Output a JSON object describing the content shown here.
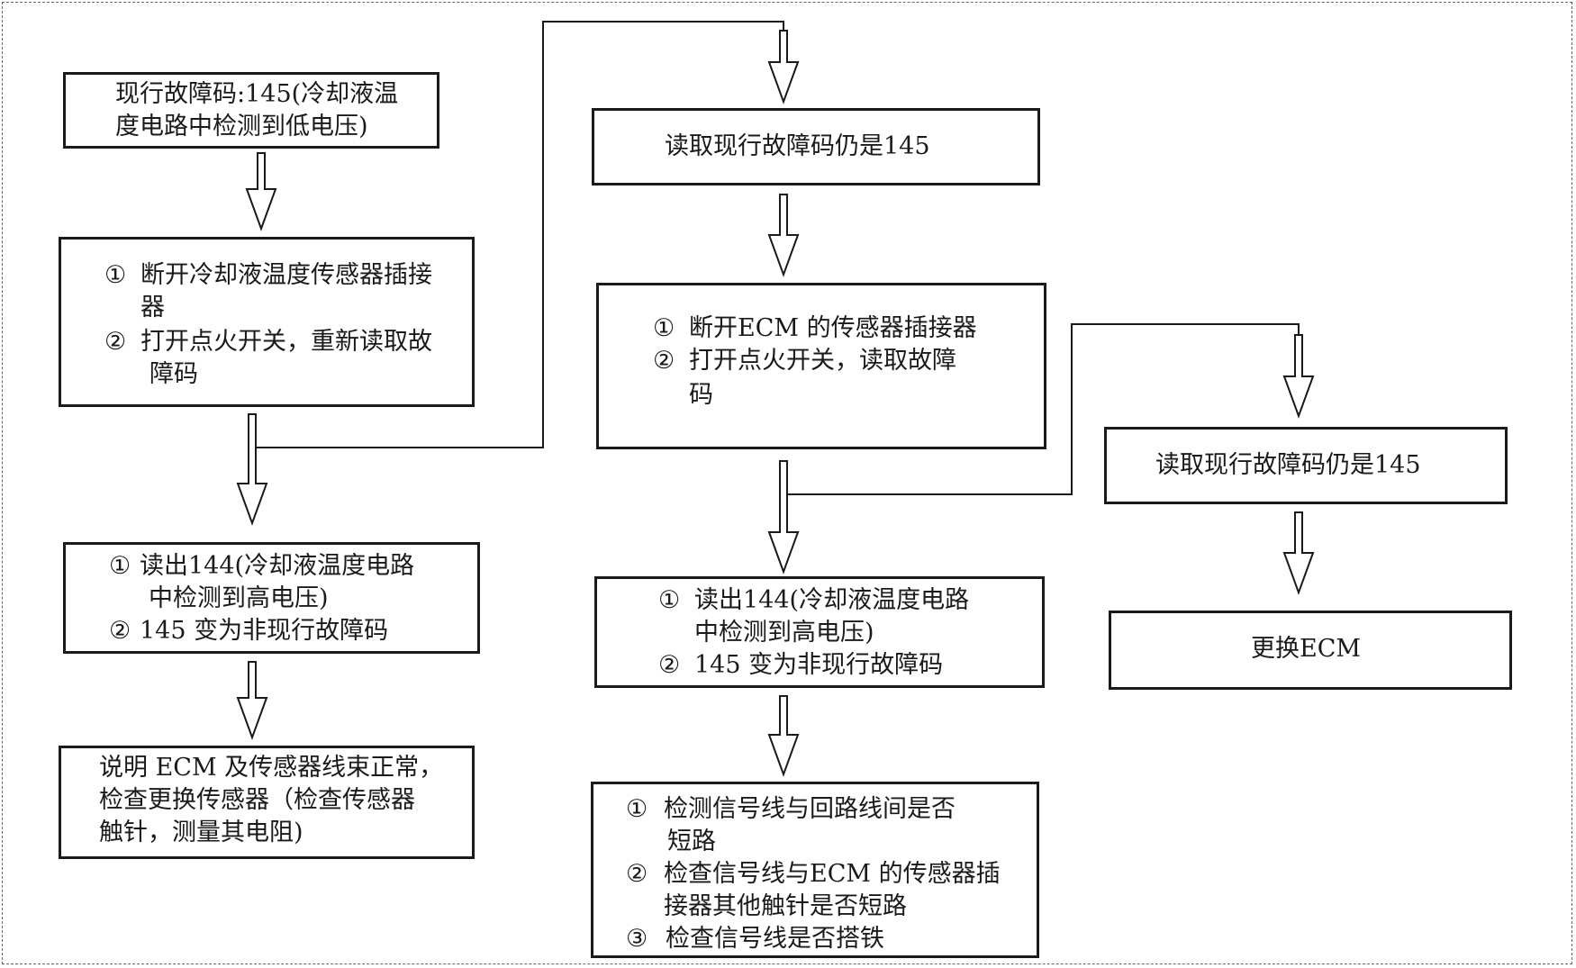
{
  "colors": {
    "stroke": "#1a1a1a",
    "frame": "#666666",
    "background": "#ffffff"
  },
  "icons": {
    "arrow": "hollow-down-arrow-icon"
  },
  "boxes": {
    "current_code": {
      "lines": [
        "现行故障码:145(冷却液温",
        "度电路中检测到低电压)"
      ]
    },
    "step1": {
      "item1": {
        "num": "①",
        "lines": [
          "断开冷却液温度传感器插接",
          "器"
        ]
      },
      "item2": {
        "num": "②",
        "lines": [
          "打开点火开关，重新读取故",
          "障码"
        ]
      }
    },
    "result1": {
      "item1": {
        "num": "①",
        "lines": [
          "读出144(冷却液温度电路",
          "中检测到高电压)"
        ]
      },
      "item2": {
        "num": "②",
        "text": "145 变为非现行故障码"
      }
    },
    "conclusion1": {
      "lines": [
        "说明 ECM 及传感器线束正常，",
        "检查更换传感器（检查传感器",
        "触针，测量其电阻)"
      ]
    },
    "still145_a": {
      "text": "读取现行故障码仍是145"
    },
    "step2": {
      "item1": {
        "num": "①",
        "text": "断开ECM 的传感器插接器"
      },
      "item2": {
        "num": "②",
        "lines": [
          "打开点火开关，读取故障",
          "码"
        ]
      }
    },
    "result2": {
      "item1": {
        "num": "①",
        "lines": [
          "读出144(冷却液温度电路",
          "中检测到高电压)"
        ]
      },
      "item2": {
        "num": "②",
        "text": "145 变为非现行故障码"
      }
    },
    "checks": {
      "item1": {
        "num": "①",
        "lines": [
          "检测信号线与回路线间是否",
          "短路"
        ]
      },
      "item2": {
        "num": "②",
        "lines": [
          "检查信号线与ECM 的传感器插",
          "接器其他触针是否短路"
        ]
      },
      "item3": {
        "num": "③",
        "text": "检查信号线是否搭铁"
      }
    },
    "still145_b": {
      "text": "读取现行故障码仍是145"
    },
    "replace": {
      "text": "更换ECM"
    }
  }
}
